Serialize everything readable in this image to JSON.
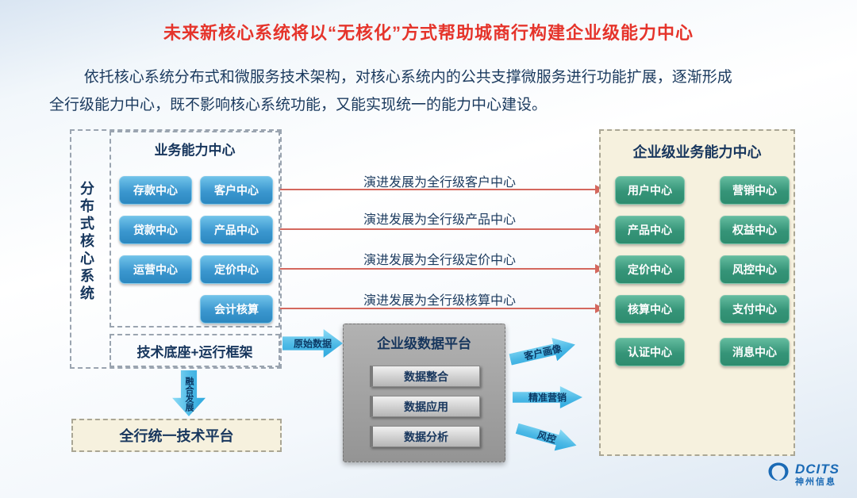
{
  "slide": {
    "title": "未来新核心系统将以“无核化”方式帮助城商行构建企业级能力中心",
    "body_line1": "依托核心系统分布式和微服务技术架构，对核心系统内的公共支撑微服务进行功能扩展，逐渐形成",
    "body_line2": "全行级能力中心，既不影响核心系统功能，又能实现统一的能力中心建设。"
  },
  "left_panel": {
    "vertical_label": "分布式核心系统",
    "inner_title": "业务能力中心",
    "col1": [
      "存款中心",
      "贷款中心",
      "运营中心"
    ],
    "col2": [
      "客户中心",
      "产品中心",
      "定价中心",
      "会计核算"
    ],
    "base_label": "技术底座+运行框架"
  },
  "arrows": {
    "labels": [
      "演进发展为全行级客户中心",
      "演进发展为全行级产品中心",
      "演进发展为全行级定价中心",
      "演进发展为全行级核算中心"
    ]
  },
  "right_panel": {
    "title": "企业级业务能力中心",
    "rows": [
      [
        "用户中心",
        "营销中心"
      ],
      [
        "产品中心",
        "权益中心"
      ],
      [
        "定价中心",
        "风控中心"
      ],
      [
        "核算中心",
        "支付中心"
      ],
      [
        "认证中心",
        "消息中心"
      ]
    ]
  },
  "data_platform": {
    "title": "企业级数据平台",
    "items": [
      "数据整合",
      "数据应用",
      "数据分析"
    ]
  },
  "flows": {
    "raw_data": "原始数据",
    "customer_profile": "客户画像",
    "precision_marketing": "精准营销",
    "risk_control": "风控",
    "fusion": "融合发展"
  },
  "bottom": {
    "platform_label": "全行统一技术平台"
  },
  "logo": {
    "brand": "DCITS",
    "company": "神州信息"
  },
  "colors": {
    "title_red": "#e5342b",
    "navy_text": "#17365d",
    "blue_button": "#3b97cf",
    "green_button": "#359478",
    "red_arrow": "#d4685e",
    "blue_block_arrow": "#4cb9e6",
    "cream_panel": "#f6f1de",
    "gray_platform": "#9e9e9e"
  }
}
